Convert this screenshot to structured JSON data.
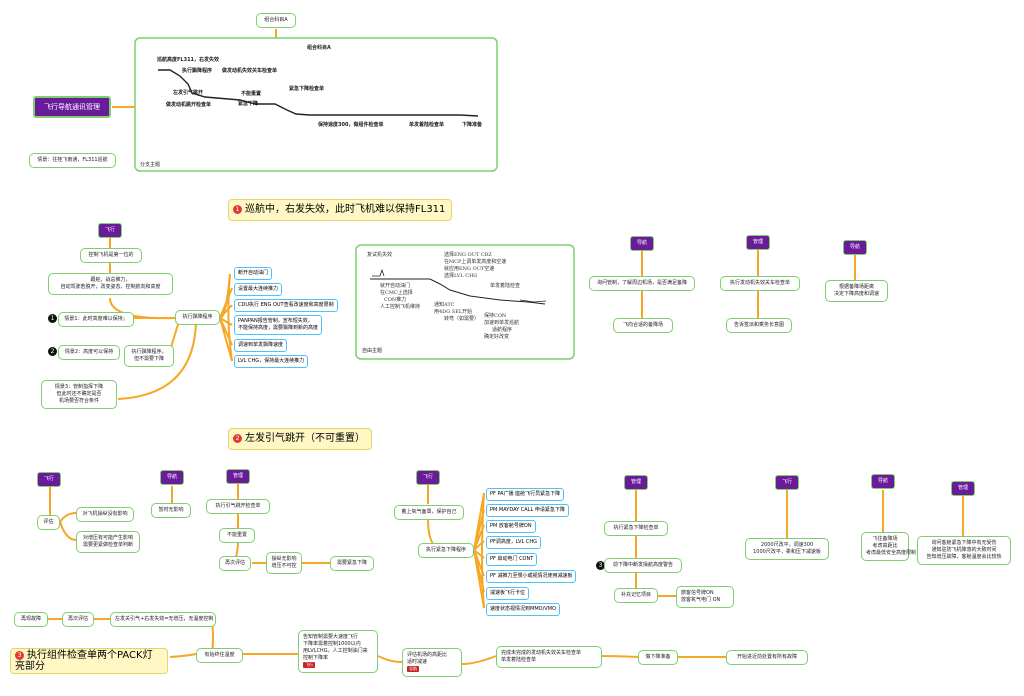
{
  "header": {
    "title_node": "组合科目A"
  },
  "central": {
    "label": "飞行导航通讯管理",
    "scenario": "情景：往桂飞南通，FL311巡航"
  },
  "top_panel": {
    "title": "组合科目A",
    "footer": "分支主题",
    "profile": [
      "巡航高度FL311，右发失效",
      "执行飘降程序",
      "做发动机失效关车检查单",
      "左发引气跳开",
      "做发动机跳开检查单",
      "不能重置",
      "紧急下降",
      "紧急下降检查单",
      "保持速度300，做组件检查单",
      "单发着陆检查单",
      "下降准备"
    ]
  },
  "section1": {
    "num": "1",
    "title": "巡航中，右发失效，此时飞机难以保持FL311",
    "fly_tag": "飞行",
    "control": "控制飞机是第一位的",
    "detail": [
      "跟舵，战总推力，",
      "自动驾驶若脱开，改变姿态，控制航向和高度"
    ],
    "drift": "执行飘降程序",
    "case1": "情景1：此时高度难以保持；",
    "case2": "情景2：高度可以保持",
    "case2_action": [
      "执行飘降程序，",
      "但不需要下降"
    ],
    "case3": [
      "情景3：管制指挥下降",
      "但此时还不确定是否",
      "机场要否符合条件"
    ],
    "steps": [
      "断开自动油门",
      "设置最大连续推力",
      "CDU执行 ENG OUT查看改速度和高度限制",
      [
        "PANPAN报告管制，宣布短失效，",
        "不能保持高度，需要飘降到新的高度"
      ],
      "调速到单发飘降速度",
      "LVL CHG，保持最大连续推力"
    ],
    "sketch": {
      "left_title": "复试机失效",
      "left_items": [
        "就开自动油门",
        "在CMC上选择",
        "CON推力",
        "人工控制飞机维持"
      ],
      "mid_items": [
        "选择ENG OUT CRZ",
        "在MCP上调单发高度和空速",
        "就应用ENG OUT空速",
        "选择LVL CHG"
      ],
      "mid_items2": [
        "通知ATC",
        "用4DG SEL开始",
        "转弯（如需要）"
      ],
      "right_items": [
        "单发着陆检查",
        "保持CON",
        "加速到单发巡航",
        "适航程序",
        "确定好改变"
      ],
      "caption": "自由主题"
    },
    "nav_tag": "导航",
    "nav_node": "询问管制，了解周边机场，是否满足备降",
    "nav_child": "飞向合适的备降场",
    "mgmt_tag": "管理",
    "mgmt_node": "执行发动机失效关车检查单",
    "mgmt_child": "告诉签派和乘务长意图",
    "nav2_tag": "导航",
    "nav2_node": [
      "根据备降场距离",
      "决定下降高度和调速"
    ]
  },
  "section2": {
    "num": "2",
    "title": "左发引气跳开（不可重置）",
    "fly_tag": "飞行",
    "evaluate": "评估",
    "eval1": "对飞机操纵没有影响",
    "eval2": [
      "对增压有可能产生影响",
      "需要更紧做检查单判断"
    ],
    "nav_tag": "导航",
    "nav_node": "暂时无影响",
    "mgmt_tag": "管理",
    "mgmt_node": "执行引气跳开检查单",
    "cannot_reset": "不能重置",
    "reevaluate": "再次评估",
    "pressure": [
      "操纵无影响",
      "增压不可控"
    ],
    "need_descent": "需要紧急下降",
    "fly2_tag": "飞行",
    "oxygen": "戴上氧气面罩，保护自己",
    "emergency_proc": "执行紧急下降程序",
    "proc_steps": [
      "PF PA广播 座舱飞行员紧急下降",
      "PM MAYDAY CALL 申请紧急下降",
      "PM 放客舱号牌ON",
      "PF调高度，LVL CHG",
      "PF 启动电门 CONT",
      "PF 减推力至慢小或视情况使用减速板",
      "减速板飞行卡位",
      "速度状态视情况到MMO/VMO"
    ],
    "mgmt2_tag": "管理",
    "mgmt2_node": "执行紧急下降检查单",
    "mgmt2_step": "前下降中断发操航高度警告",
    "mgmt2_step_num": "3",
    "memory": "补充记忆项目",
    "memory_items": [
      "旅客信号牌ON",
      "放客氧气电门 ON"
    ],
    "fly3_tag": "飞行",
    "fly3_node": [
      "2000尺改平，调速300",
      "1000尺改平，柔和压下减速板"
    ],
    "nav3_tag": "导航",
    "nav3_node": [
      "飞往备降场",
      "考虑高距比",
      "考虑最低安全高度限制"
    ],
    "mgmt3_tag": "管理",
    "mgmt3_node": [
      "询问客舱紧急下降中有无受伤",
      "通知驻防飞机降落的大致时间",
      "告知增压故障，客舱温度会比较热"
    ]
  },
  "section3": {
    "num": "3",
    "title": "执行组件检查单两个PACK灯亮部分",
    "reveal": "再现故障",
    "reevaluate": "再次评估",
    "analysis": "左发关引气+右发失效=无增压，无温度控制",
    "may_drop": "有始终住温度",
    "atc_note": [
      "告知管制需要大速度飞行",
      "下降率需着控制1000以内",
      "用LVLCHG，人工控制油门来",
      "控制下降率"
    ],
    "atc_tag": "飞行",
    "eval_node": [
      "评估机场的高距比",
      "适时减速"
    ],
    "eval_tag": "导航",
    "complete": [
      "完成未完成的发动机失效关车检查单",
      "单发着陆检查单"
    ],
    "prep": "做下降准备",
    "prep_child": "开始进近前处置有所有故障"
  }
}
